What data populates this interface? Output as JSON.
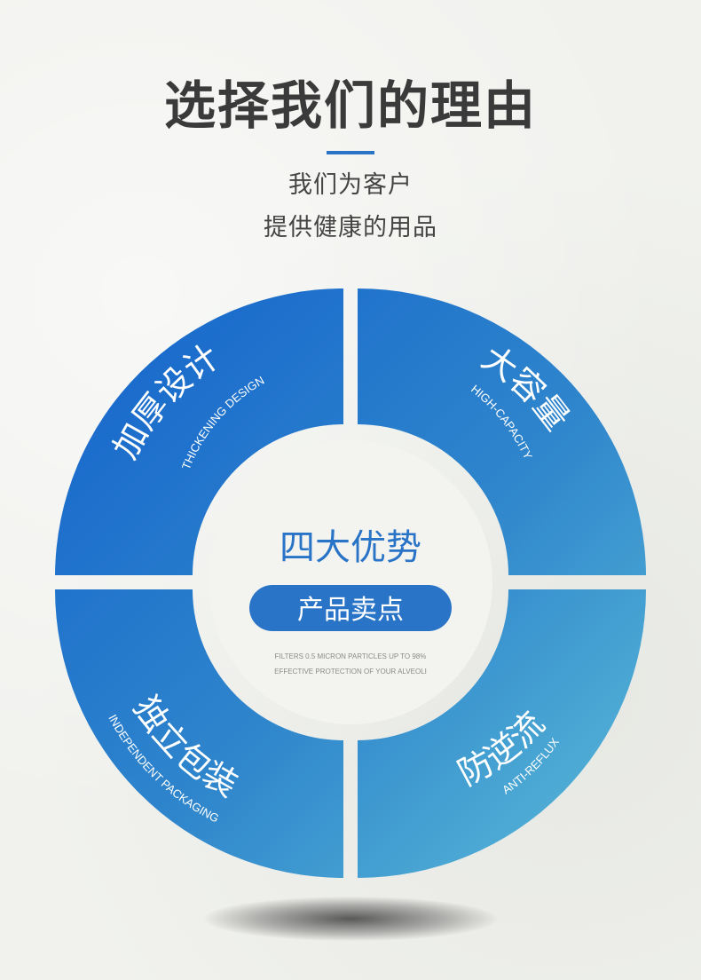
{
  "header": {
    "title": "选择我们的理由",
    "subtitle_line1": "我们为客户",
    "subtitle_line2": "提供健康的用品"
  },
  "center": {
    "heading": "四大优势",
    "pill_label": "产品卖点",
    "note_line1": "FILTERS 0.5 MICRON PARTICLES UP TO 98%",
    "note_line2": "EFFECTIVE PROTECTION OF YOUR ALVEOLI"
  },
  "quadrants": {
    "top_left": {
      "cn": "加厚设计",
      "en": "THICKENING DESIGN"
    },
    "top_right": {
      "cn": "大容量",
      "en": "HIGH-CAPACITY"
    },
    "bottom_left": {
      "cn": "独立包装",
      "en": "INDEPENDENT PACKAGING"
    },
    "bottom_right": {
      "cn": "防逆流",
      "en": "ANTI-REFLUX"
    }
  },
  "colors": {
    "accent": "#2a74c8",
    "ring_dark": "#1b6ad0",
    "ring_light": "#56b3d8",
    "center_text": "#2a74c8"
  }
}
